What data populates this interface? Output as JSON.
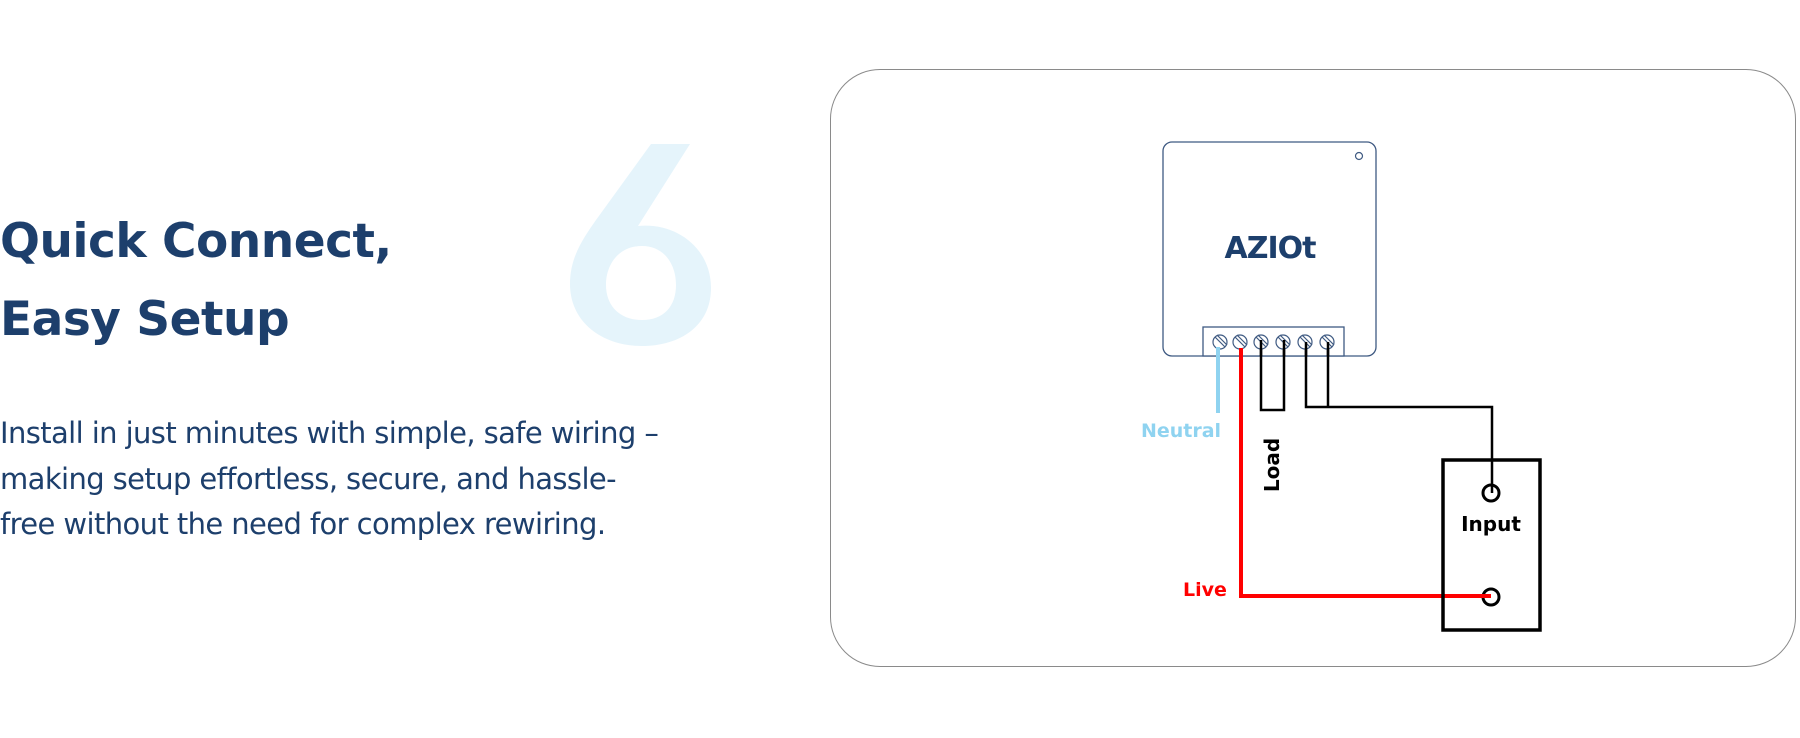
{
  "section": {
    "step_number": "6",
    "heading_lines": [
      "Quick Connect,",
      "Easy Setup"
    ],
    "description_lines": [
      "Install in just minutes with simple, safe wiring –",
      "making setup effortless, secure, and hassle-",
      "free without the need for complex rewiring."
    ]
  },
  "diagram": {
    "device_logo": "AZIOt",
    "labels": {
      "neutral": "Neutral",
      "load": "Load",
      "live": "Live",
      "input": "Input"
    },
    "terminal_count": 6,
    "colors": {
      "neutral": "#8fd3f0",
      "live": "#ff0000",
      "wire": "#000000",
      "device_outline": "#3f5a82",
      "text_primary": "#1d3f6c",
      "step_number": "#e5f4fb",
      "card_border": "#8a8a8a"
    }
  }
}
